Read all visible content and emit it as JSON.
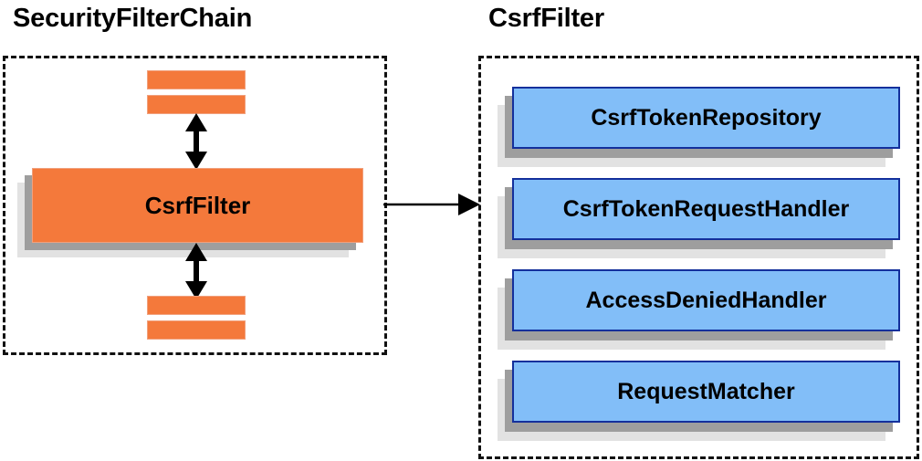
{
  "diagram": {
    "title_left": "SecurityFilterChain",
    "title_right": "CsrfFilter",
    "left_panel": {
      "main_box_label": "CsrfFilter",
      "filter_bars_above": 2,
      "filter_bars_below": 2,
      "arrow_up_icon": "double-headed-vertical-arrow-icon",
      "arrow_down_icon": "double-headed-vertical-arrow-icon"
    },
    "connector": {
      "icon": "right-arrow-icon",
      "direction": "left-to-right"
    },
    "right_panel": {
      "components": [
        {
          "label": "CsrfTokenRepository"
        },
        {
          "label": "CsrfTokenRequestHandler"
        },
        {
          "label": "AccessDeniedHandler"
        },
        {
          "label": "RequestMatcher"
        }
      ]
    },
    "colors": {
      "orange_fill": "#f4793b",
      "orange_border": "#f1a07c",
      "blue_fill": "#82bef8",
      "blue_border": "#14309c",
      "shadow_dark": "#9e9e9e",
      "shadow_light": "#e2e2e2",
      "dashed_border": "#111111",
      "text": "#000000",
      "background": "#ffffff"
    }
  }
}
